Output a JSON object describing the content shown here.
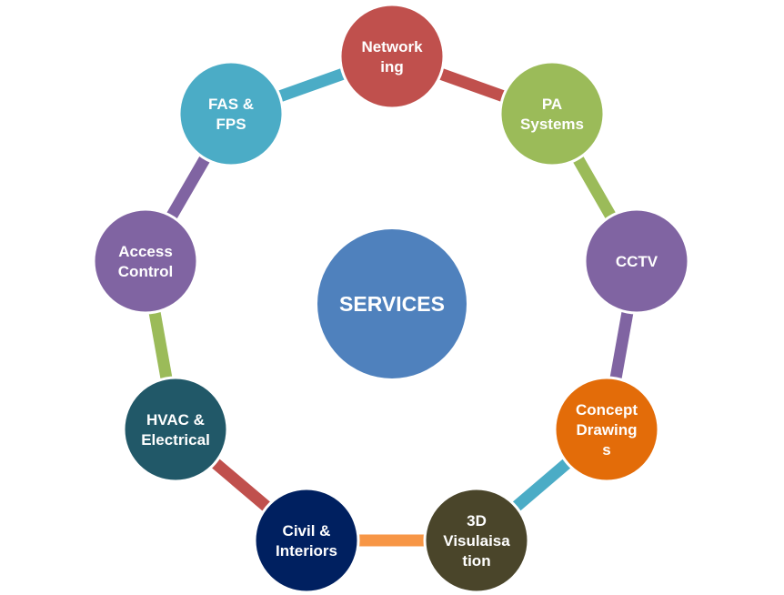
{
  "hub": {
    "label": "SERVICES",
    "color": "#4f81bd"
  },
  "nodes": [
    {
      "id": "networking",
      "lines": [
        "Network",
        "ing"
      ],
      "color": "#c0504d",
      "connector_color": "#c0504d"
    },
    {
      "id": "pa-systems",
      "lines": [
        "PA",
        "Systems"
      ],
      "color": "#9bbb59",
      "connector_color": "#9bbb59"
    },
    {
      "id": "cctv",
      "lines": [
        "CCTV"
      ],
      "color": "#8064a2",
      "connector_color": "#8064a2"
    },
    {
      "id": "concept-drawings",
      "lines": [
        "Concept",
        "Drawing",
        "s"
      ],
      "color": "#e36c09",
      "connector_color": "#4bacc6"
    },
    {
      "id": "3d-visualisation",
      "lines": [
        "3D",
        "Visulaisa",
        "tion"
      ],
      "color": "#4a452a",
      "connector_color": "#f79646"
    },
    {
      "id": "civil-interiors",
      "lines": [
        "Civil &",
        "Interiors"
      ],
      "color": "#002060",
      "connector_color": "#c0504d"
    },
    {
      "id": "hvac-electrical",
      "lines": [
        "HVAC &",
        "Electrical"
      ],
      "color": "#215868",
      "connector_color": "#9bbb59"
    },
    {
      "id": "access-control",
      "lines": [
        "Access",
        "Control"
      ],
      "color": "#8064a2",
      "connector_color": "#8064a2"
    },
    {
      "id": "fas-fps",
      "lines": [
        "FAS &",
        "FPS"
      ],
      "color": "#4bacc6",
      "connector_color": "#4bacc6"
    }
  ]
}
